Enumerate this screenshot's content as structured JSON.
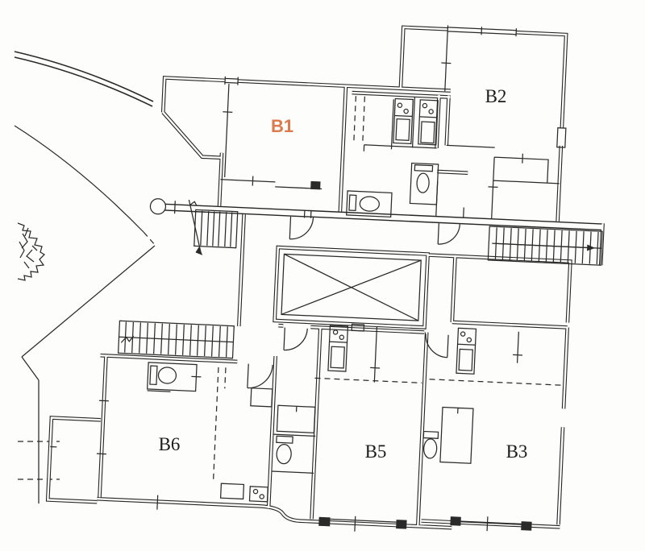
{
  "canvas": {
    "background": "#fdfdfc",
    "ink": "#242424"
  },
  "units": [
    {
      "id": "b1",
      "label": "B1",
      "color": "#dd7a4d"
    },
    {
      "id": "b2",
      "label": "B2",
      "color": "#1c1c1c"
    },
    {
      "id": "b3",
      "label": "B3",
      "color": "#1c1c1c"
    },
    {
      "id": "b5",
      "label": "B5",
      "color": "#1c1c1c"
    },
    {
      "id": "b6",
      "label": "B6",
      "color": "#1c1c1c"
    }
  ]
}
